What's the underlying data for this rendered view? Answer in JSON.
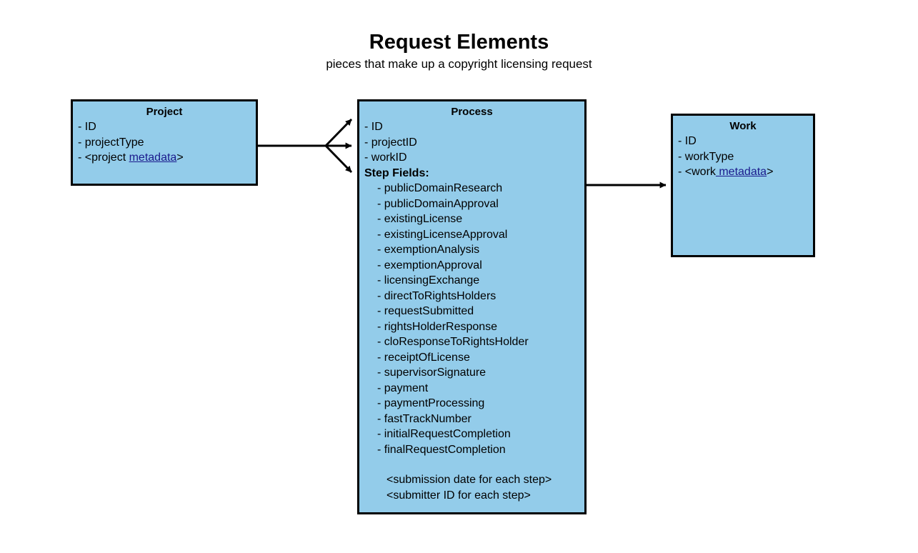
{
  "header": {
    "title": "Request Elements",
    "subtitle": "pieces that make up a copyright licensing request"
  },
  "colors": {
    "entity_fill": "#93ccea",
    "entity_border": "#000000",
    "link": "#1a1a8c",
    "background": "#ffffff",
    "connector": "#000000"
  },
  "entities": {
    "project": {
      "title": "Project",
      "fields": [
        "- ID",
        "- projectType"
      ],
      "metadata_field": {
        "prefix": "- <project ",
        "link": "metadata",
        "suffix": ">"
      }
    },
    "process": {
      "title": "Process",
      "fields": [
        "- ID",
        "- projectID",
        "- workID"
      ],
      "step_fields_label": "Step Fields:",
      "step_fields": [
        "- publicDomainResearch",
        "- publicDomainApproval",
        "- existingLicense",
        "- existingLicenseApproval",
        "- exemptionAnalysis",
        "- exemptionApproval",
        "- licensingExchange",
        "- directToRightsHolders",
        "- requestSubmitted",
        "- rightsHolderResponse",
        "- cloResponseToRightsHolder",
        "- receiptOfLicense",
        "- supervisorSignature",
        "- payment",
        "- paymentProcessing",
        "- fastTrackNumber",
        "- initialRequestCompletion",
        "- finalRequestCompletion"
      ],
      "notes": [
        "<submission date for each step>",
        "<submitter ID for each step>"
      ]
    },
    "work": {
      "title": "Work",
      "fields": [
        "- ID",
        "- workType"
      ],
      "metadata_field": {
        "prefix": "- <work",
        "link": " metadata",
        "suffix": ">"
      }
    }
  },
  "connectors": [
    {
      "name": "project-to-process",
      "from": "project",
      "to": "process",
      "style": "fan-three-arrows"
    },
    {
      "name": "process-to-work",
      "from": "process",
      "to": "work",
      "style": "single-arrow"
    }
  ]
}
